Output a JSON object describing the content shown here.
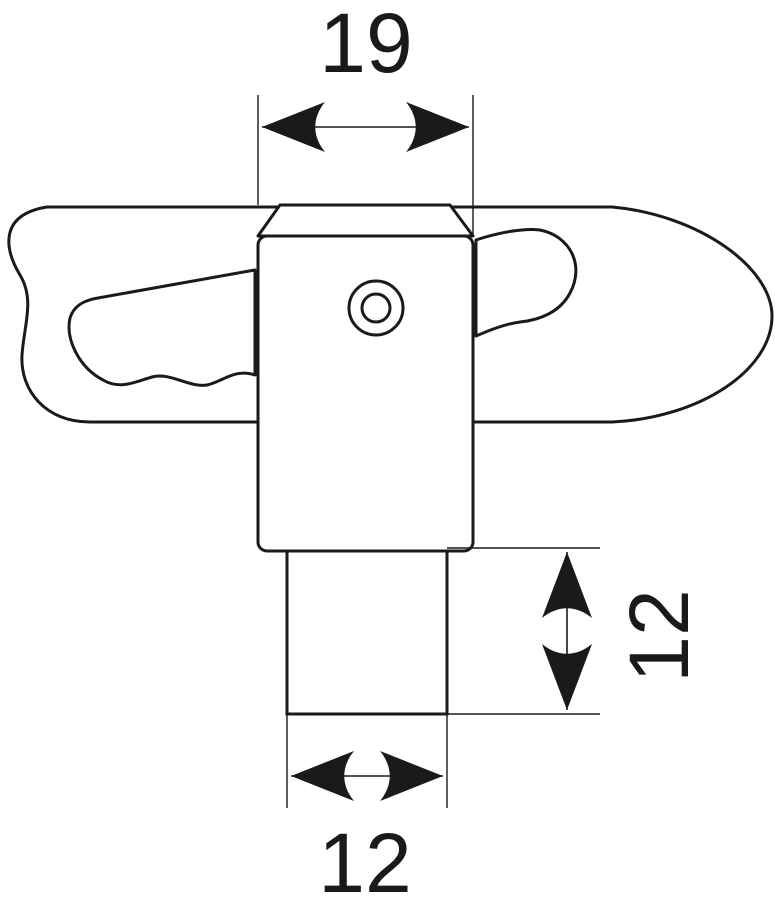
{
  "dimensions": {
    "top_width": "19",
    "side_height": "12",
    "bottom_width": "12"
  },
  "colors": {
    "stroke": "#1a1a1a",
    "fill": "#ffffff",
    "background": "#ffffff"
  }
}
